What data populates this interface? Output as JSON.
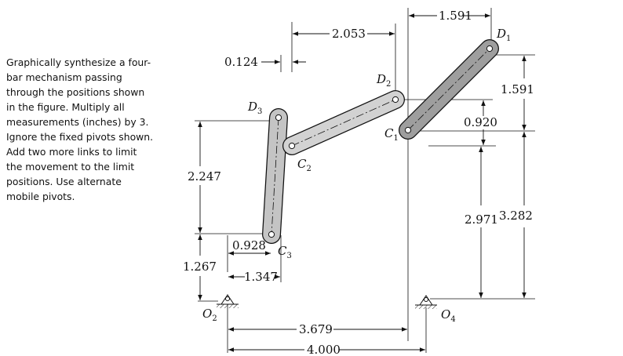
{
  "problem_text": [
    "Graphically synthesize a four-",
    "bar mechanism passing",
    "through the positions shown",
    "in the figure. Multiply all",
    "measurements (inches) by 3.",
    "Ignore the fixed pivots shown.",
    "Add two more links to limit",
    "the movement to the limit",
    "positions. Use alternate",
    "mobile pivots."
  ],
  "dimensions": {
    "d1591_top": "1.591",
    "d2053": "2.053",
    "d0124": "0.124",
    "d1591_right": "1.591",
    "d0920": "0.920",
    "d2247": "2.247",
    "d2971": "2.971",
    "d3282": "3.282",
    "d0928": "0.928",
    "d1267": "1.267",
    "d1347": "1.347",
    "d3679": "3.679",
    "d4000": "4.000"
  },
  "labels": {
    "D1": "D",
    "D1_sub": "1",
    "D2": "D",
    "D2_sub": "2",
    "D3": "D",
    "D3_sub": "3",
    "C1": "C",
    "C1_sub": "1",
    "C2": "C",
    "C2_sub": "2",
    "C3": "C",
    "C3_sub": "3",
    "O2": "O",
    "O2_sub": "2",
    "O4": "O",
    "O4_sub": "4"
  },
  "colors": {
    "link_pos1": "#9e9e9e",
    "link_pos2": "#d2d2d2",
    "link_pos3": "#c4c4c4",
    "outline": "#111111"
  }
}
